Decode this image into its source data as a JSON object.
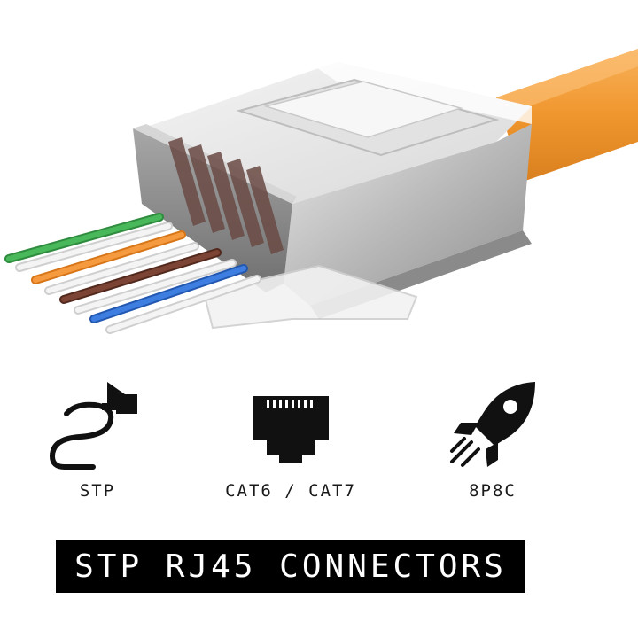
{
  "features": [
    {
      "icon": "stp-cable-icon",
      "label": "STP"
    },
    {
      "icon": "rj45-port-icon",
      "label": "CAT6 / CAT7"
    },
    {
      "icon": "rocket-icon",
      "label": "8P8C"
    }
  ],
  "banner": {
    "title": "STP RJ45 CONNECTORS"
  },
  "colors": {
    "cable": "#f0962e",
    "banner_bg": "#000000",
    "banner_text": "#ffffff",
    "wire_green": "#3aa64a",
    "wire_orange": "#f08a2a",
    "wire_brown": "#6b3a2a",
    "wire_blue": "#2f6fd6"
  }
}
